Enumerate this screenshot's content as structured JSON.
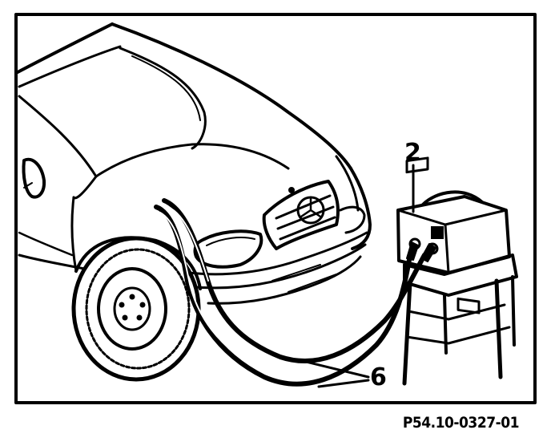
{
  "callouts": {
    "charger": "2",
    "cables": "6"
  },
  "figure_code": "P54.10-0327-01",
  "colors": {
    "ink": "#000000",
    "paper": "#ffffff"
  }
}
